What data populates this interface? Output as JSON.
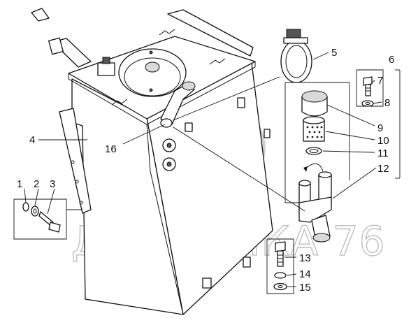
{
  "watermark": "ДИНАМИКА 76",
  "callouts": {
    "c1": "1",
    "c2": "2",
    "c3": "3",
    "c4": "4",
    "c5": "5",
    "c6": "6",
    "c7": "7",
    "c8": "8",
    "c9": "9",
    "c10": "10",
    "c11": "11",
    "c12": "12",
    "c13": "13",
    "c14": "14",
    "c15": "15",
    "c16": "16"
  },
  "colors": {
    "line": "#111111",
    "watermark": "#bfbfbf",
    "background": "#ffffff"
  }
}
